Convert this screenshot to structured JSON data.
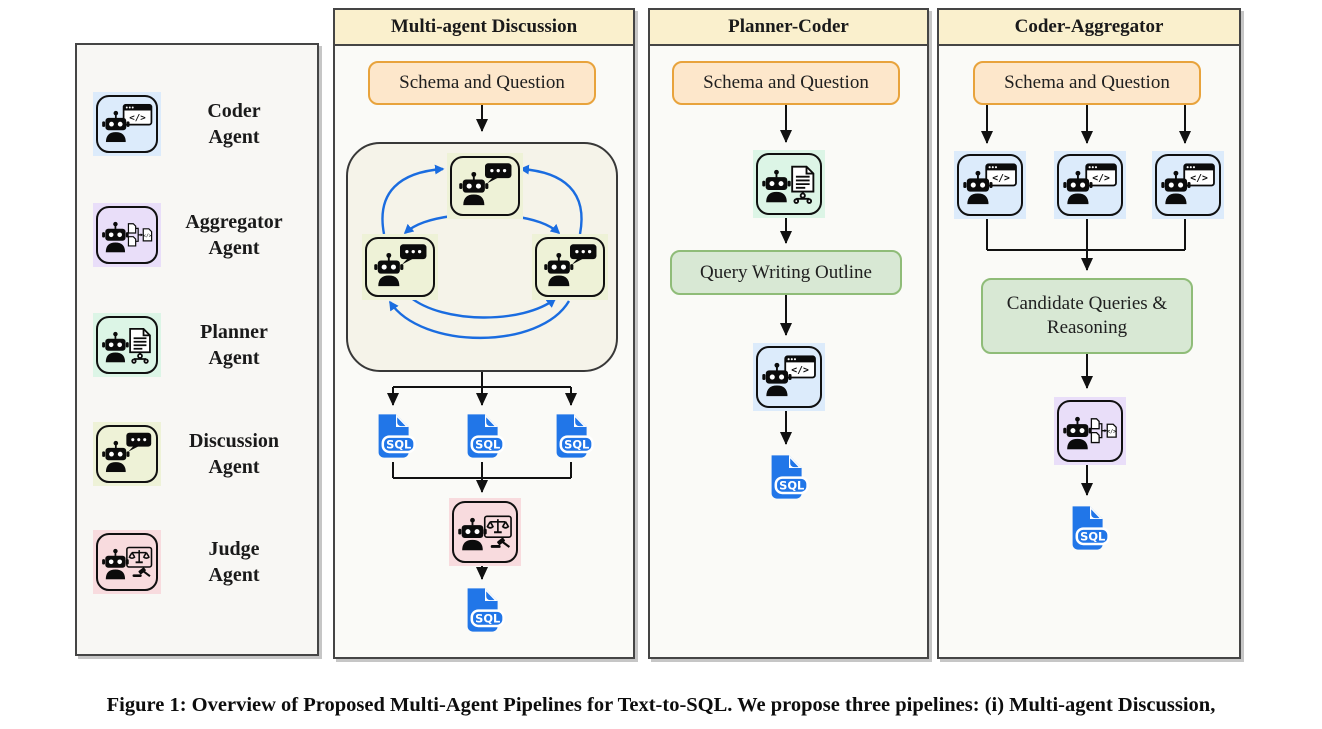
{
  "caption": "Figure 1: Overview of Proposed Multi-Agent Pipelines for Text-to-SQL. We propose three pipelines: (i) Multi-agent Discussion,",
  "legend": {
    "items": [
      {
        "id": "coder",
        "line1": "Coder",
        "line2": "Agent"
      },
      {
        "id": "aggregator",
        "line1": "Aggregator",
        "line2": "Agent"
      },
      {
        "id": "planner",
        "line1": "Planner",
        "line2": "Agent"
      },
      {
        "id": "discussion",
        "line1": "Discussion",
        "line2": "Agent"
      },
      {
        "id": "judge",
        "line1": "Judge",
        "line2": "Agent"
      }
    ]
  },
  "panels": {
    "multi_agent_discussion": {
      "title": "Multi-agent Discussion",
      "input": "Schema and Question"
    },
    "planner_coder": {
      "title": "Planner-Coder",
      "input": "Schema and Question",
      "outline": "Query Writing Outline"
    },
    "coder_aggregator": {
      "title": "Coder-Aggregator",
      "input": "Schema and Question",
      "candidates_line1": "Candidate Queries &",
      "candidates_line2": "Reasoning"
    }
  },
  "icons": {
    "sql_label": "SQL",
    "code_glyph": "</>"
  },
  "colors": {
    "header_bg": "#faf0cd",
    "input_box_fill": "#fde7cb",
    "input_box_border": "#e8a33c",
    "outline_box_fill": "#d8e8d4",
    "outline_box_border": "#8fbc78",
    "sql_blue": "#2176e8",
    "loop_arrow_blue": "#1a6ce0",
    "coder_icon_bg": "#dcebfb",
    "aggregator_icon_bg": "#e9def9",
    "planner_icon_bg": "#dcf5e6",
    "discussion_icon_bg": "#eef2d7",
    "judge_icon_bg": "#f8dbde"
  }
}
